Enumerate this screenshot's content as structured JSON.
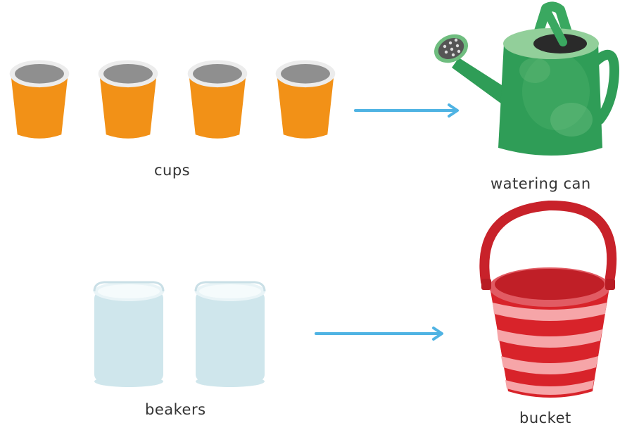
{
  "labels": {
    "cups": "cups",
    "watering_can": "watering can",
    "beakers": "beakers",
    "bucket": "bucket"
  },
  "colors": {
    "cup_orange": "#f29117",
    "cup_rim": "#e8e8e8",
    "cup_inside": "#8f8f8f",
    "arrow_blue": "#4fb3e3",
    "can_green": "#2f9d57",
    "can_light_green": "#92cf9a",
    "beaker_blue": "#cfe6ec",
    "bucket_red": "#d8232a",
    "bucket_stripe": "#f6a5a8"
  },
  "icons": {
    "cup": "cup-icon",
    "arrow": "arrow-right-icon",
    "watering_can": "watering-can-icon",
    "beaker": "beaker-icon",
    "bucket": "bucket-icon"
  }
}
